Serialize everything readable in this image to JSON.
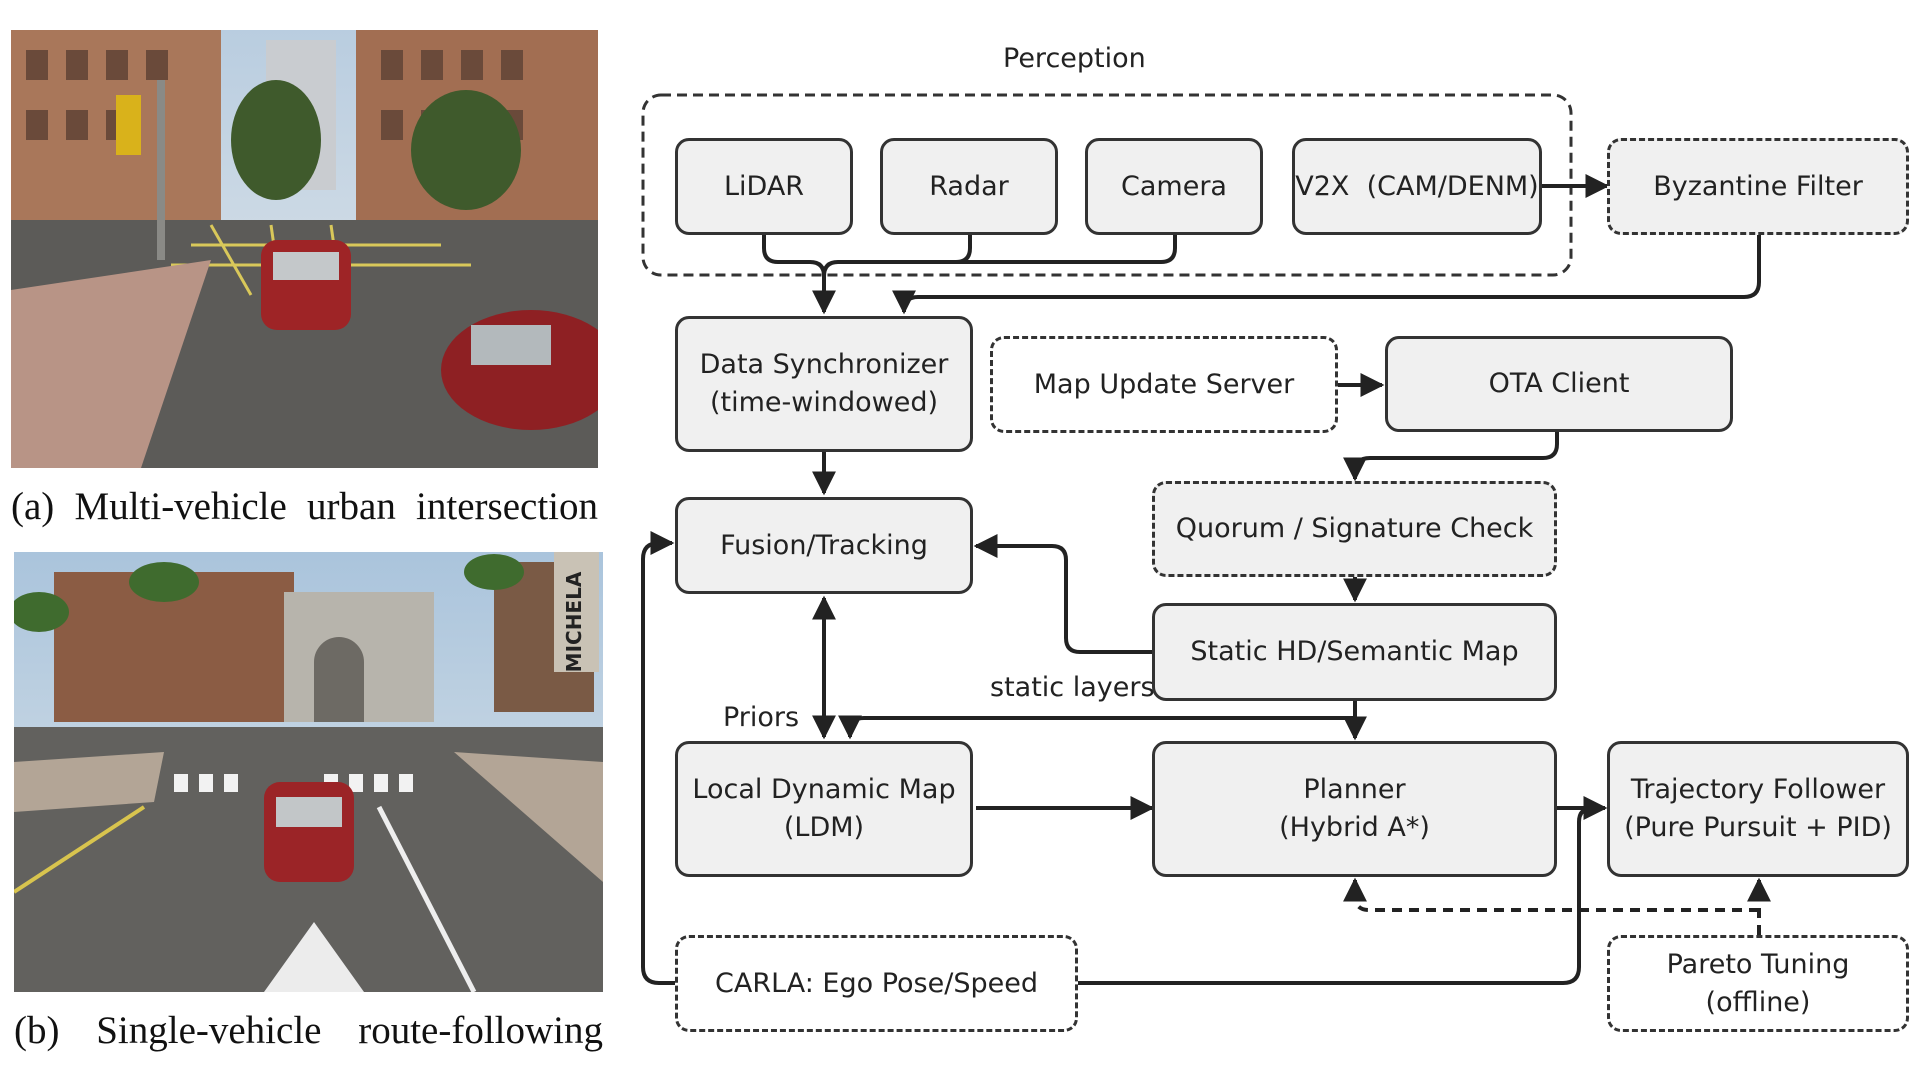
{
  "captions": {
    "a": [
      "(a)",
      "Multi-vehicle",
      "urban",
      "intersection"
    ],
    "b": [
      "(b)",
      "Single-vehicle",
      "route-following"
    ]
  },
  "photo_signs": {
    "b_banner": "MICHELA"
  },
  "diagram": {
    "group_label": "Perception",
    "sensors": {
      "lidar": "LiDAR",
      "radar": "Radar",
      "camera": "Camera",
      "v2x": "V2X  (CAM/DENM)"
    },
    "byzantine_filter": "Byzantine Filter",
    "data_sync": {
      "line1": "Data Synchronizer",
      "line2": "(time-windowed)"
    },
    "map_update_server": "Map Update Server",
    "ota_client": "OTA Client",
    "quorum": "Quorum / Signature Check",
    "fusion": "Fusion/Tracking",
    "static_map": "Static HD/Semantic Map",
    "static_layers_label": "static layers",
    "priors_label": "Priors",
    "ldm": {
      "line1": "Local Dynamic Map",
      "line2": "(LDM)"
    },
    "planner": {
      "line1": "Planner",
      "line2": "(Hybrid A*)"
    },
    "trajectory": {
      "line1": "Trajectory Follower",
      "line2": "(Pure Pursuit + PID)"
    },
    "carla": "CARLA: Ego Pose/Speed",
    "pareto": "Pareto Tuning (offline)"
  }
}
